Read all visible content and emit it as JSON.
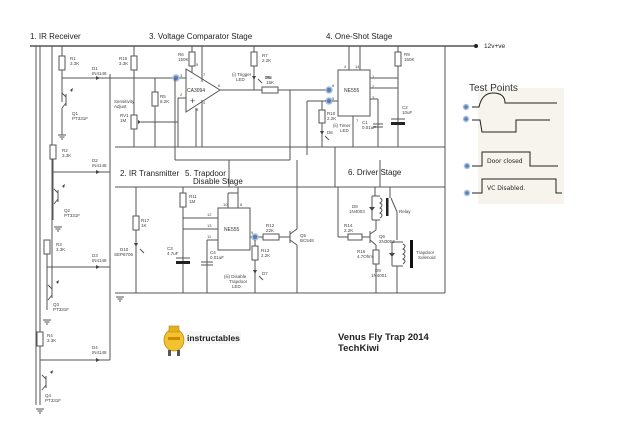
{
  "diagram": {
    "type": "circuit-schematic",
    "title": "Venus Fly Trap 2014",
    "author": "TechKiwi",
    "logo_text": "instructables",
    "supply_label": "12v+ve",
    "stages": [
      {
        "id": "ir-receiver",
        "label": "1. IR Receiver"
      },
      {
        "id": "ir-transmitter",
        "label": "2. IR Transmitter"
      },
      {
        "id": "voltage-comparator",
        "label": "3. Voltage Comparator Stage"
      },
      {
        "id": "one-shot",
        "label": "4. One-Shot Stage"
      },
      {
        "id": "trapdoor-disable",
        "label_line1": "5. Trapdoor",
        "label_line2": "Disable Stage"
      },
      {
        "id": "driver",
        "label": "6. Driver Stage"
      }
    ],
    "components": {
      "R1": {
        "name": "R1",
        "value": "3.3K"
      },
      "R2": {
        "name": "R2",
        "value": "3.3K"
      },
      "R3": {
        "name": "R3",
        "value": "3.3K"
      },
      "R4": {
        "name": "R4",
        "value": "3.3K"
      },
      "R5": {
        "name": "R5",
        "value": "8.2K"
      },
      "R6": {
        "name": "R6",
        "value": "150K"
      },
      "R7": {
        "name": "R7",
        "value": "2.2K"
      },
      "R8": {
        "name": "R8",
        "value": "15K"
      },
      "R9": {
        "name": "R9",
        "value": "150K"
      },
      "R10": {
        "name": "R10",
        "value": "2.2K"
      },
      "R11": {
        "name": "R11",
        "value": "1M"
      },
      "R12": {
        "name": "R12",
        "value": "22K"
      },
      "R13": {
        "name": "R13",
        "value": "2.2K"
      },
      "R14": {
        "name": "R14",
        "value": "2.2K"
      },
      "R15": {
        "name": "R15",
        "value": "3.3K"
      },
      "R16": {
        "name": "R16",
        "value": "4.7Ohm"
      },
      "R17": {
        "name": "R17",
        "value": "1K"
      },
      "RV1": {
        "name": "RV1",
        "value": "1M",
        "label": "Sensitivity Adjust"
      },
      "D1": {
        "name": "D1",
        "value": "IN4148"
      },
      "D2": {
        "name": "D2",
        "value": "IN4148"
      },
      "D3": {
        "name": "D3",
        "value": "IN4148"
      },
      "D4": {
        "name": "D4",
        "value": "IN4148"
      },
      "D5": {
        "name": "D5"
      },
      "D6": {
        "name": "D6"
      },
      "D7": {
        "name": "D7"
      },
      "D8": {
        "name": "D8",
        "value": "1N4003"
      },
      "D9": {
        "name": "D9",
        "value": "1N4001"
      },
      "D10": {
        "name": "D10",
        "value": "SEP8706"
      },
      "Q1": {
        "name": "Q1",
        "value": "PT331F"
      },
      "Q2": {
        "name": "Q2",
        "value": "PT331F"
      },
      "Q3": {
        "name": "Q3",
        "value": "PT331F"
      },
      "Q4": {
        "name": "Q4",
        "value": "PT331F"
      },
      "Q5": {
        "name": "Q5",
        "value": "BC548"
      },
      "Q6": {
        "name": "Q6",
        "value": "2N3053"
      },
      "C1": {
        "name": "C1",
        "value": "0.01uF"
      },
      "C2": {
        "name": "C2",
        "value": "10uF"
      },
      "C3": {
        "name": "C3",
        "value": "4.7uF"
      },
      "C4": {
        "name": "C4",
        "value": "0.01uF"
      },
      "U1": {
        "name": "CA3094"
      },
      "U2": {
        "name": "NE555"
      },
      "U3": {
        "name": "NE555"
      },
      "relay": {
        "name": "Relay"
      },
      "solenoid": {
        "line1": "Trapdoor",
        "line2": "Solenoid"
      },
      "led_trigger": {
        "line1": "(i) Trigger",
        "line2": "LED"
      },
      "led_timer": {
        "line1": "(ii) Timer",
        "line2": "LED"
      },
      "led_disable": {
        "line1": "(iii) Disable",
        "line2": "Trapdoor",
        "line3": "LED"
      }
    },
    "pins": {
      "u1_inv": "3",
      "u1_noninv": "2",
      "u1_p5": "5",
      "u1_p7": "7",
      "u1_out": "6",
      "u1_p4": "4",
      "u1_p8": "8",
      "u2_p4": "4",
      "u2_p14": "14",
      "u2_p6": "6",
      "u2_p5": "5",
      "u2_p1": "1",
      "u2_p2": "2",
      "u2_p3": "3",
      "u2_p7": "7",
      "u3_p10": "10",
      "u3_p8": "8",
      "u3_p12": "12",
      "u3_p13": "13",
      "u3_p11": "11",
      "u3_p9": "9"
    },
    "test_points": {
      "title": "Test Points",
      "waveforms": [
        {
          "id": "tp1",
          "shape": "pulse-bump",
          "note": ""
        },
        {
          "id": "tp2",
          "shape": "negative-trigger-step",
          "note": ""
        },
        {
          "id": "tp3",
          "shape": "square-pulse",
          "note": "Door closed"
        },
        {
          "id": "tp4",
          "shape": "square-pulse",
          "note": "VC Disabled."
        }
      ]
    }
  }
}
